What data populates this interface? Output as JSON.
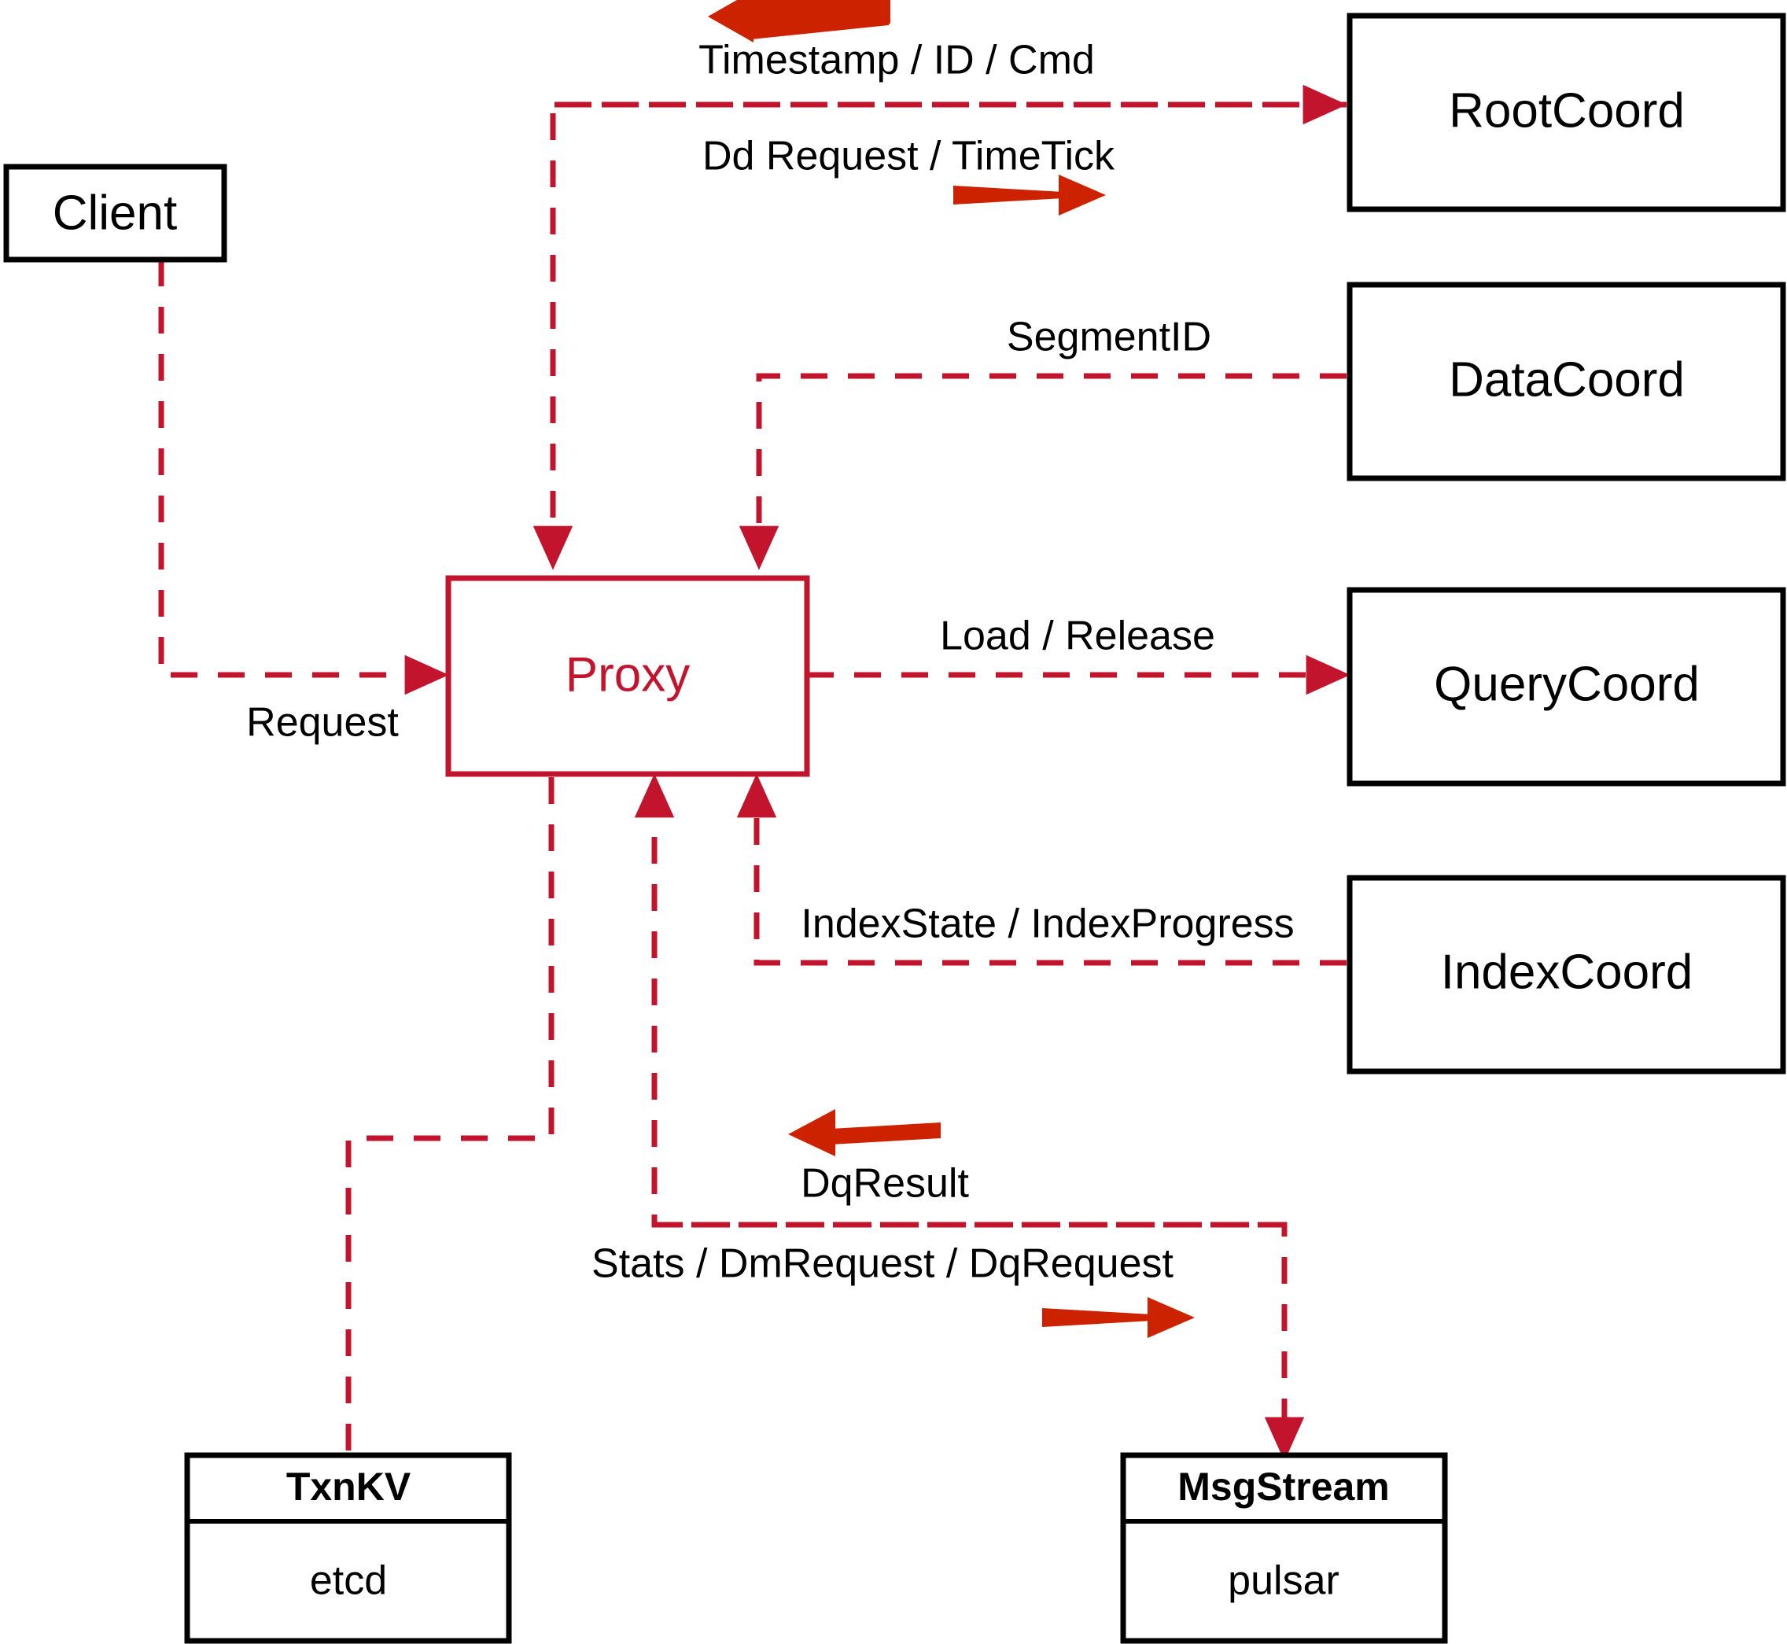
{
  "diagram": {
    "accent_red": "#c3142d",
    "arrow_red": "#cc2200",
    "black": "#000000",
    "nodes": {
      "client": {
        "label": "Client"
      },
      "proxy": {
        "label": "Proxy"
      },
      "root_coord": {
        "label": "RootCoord"
      },
      "data_coord": {
        "label": "DataCoord"
      },
      "query_coord": {
        "label": "QueryCoord"
      },
      "index_coord": {
        "label": "IndexCoord"
      },
      "txnkv": {
        "title": "TxnKV",
        "impl": "etcd"
      },
      "msgstream": {
        "title": "MsgStream",
        "impl": "pulsar"
      }
    },
    "edge_labels": {
      "timestamp_id_cmd": "Timestamp / ID / Cmd",
      "dd_request_timetick": "Dd Request / TimeTick",
      "segment_id": "SegmentID",
      "request": "Request",
      "load_release": "Load / Release",
      "index_state_progress": "IndexState / IndexProgress",
      "dq_result": "DqResult",
      "stats_dm_dq_request": "Stats / DmRequest / DqRequest"
    }
  }
}
